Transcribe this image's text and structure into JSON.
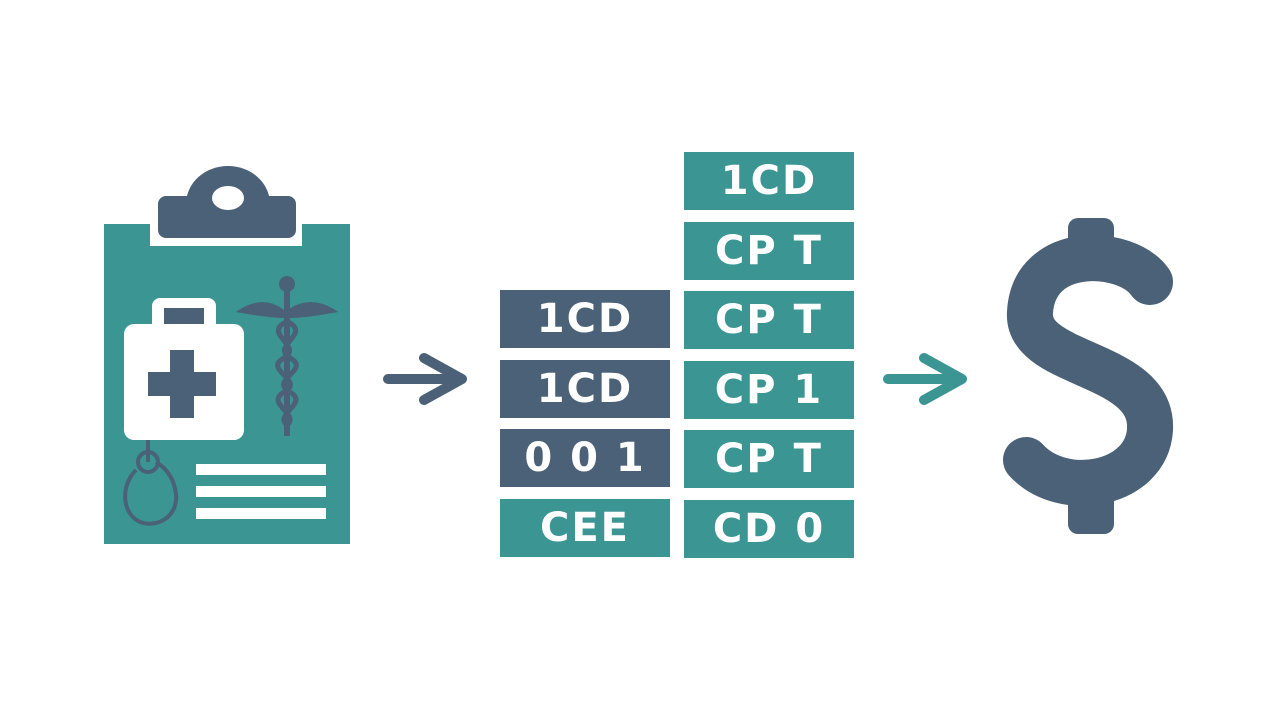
{
  "colors": {
    "teal": "#3a9593",
    "navy": "#4a6178",
    "white": "#ffffff",
    "background": "#ffffff"
  },
  "icons": [
    "clipboard-icon",
    "medical-kit-icon",
    "caduceus-icon",
    "stethoscope-icon",
    "arrow-right-icon",
    "dollar-sign-icon"
  ],
  "codes": {
    "left_column": [
      {
        "label": "1CD",
        "color": "navy"
      },
      {
        "label": "1CD",
        "color": "navy"
      },
      {
        "label": "0 0 1",
        "color": "navy"
      },
      {
        "label": "CEE",
        "color": "teal"
      }
    ],
    "right_column": [
      {
        "label": "1CD",
        "color": "teal"
      },
      {
        "label": "CP T",
        "color": "teal"
      },
      {
        "label": "CP T",
        "color": "teal"
      },
      {
        "label": "CP 1",
        "color": "teal"
      },
      {
        "label": "CP T",
        "color": "teal"
      },
      {
        "label": "CD 0",
        "color": "teal"
      }
    ]
  }
}
